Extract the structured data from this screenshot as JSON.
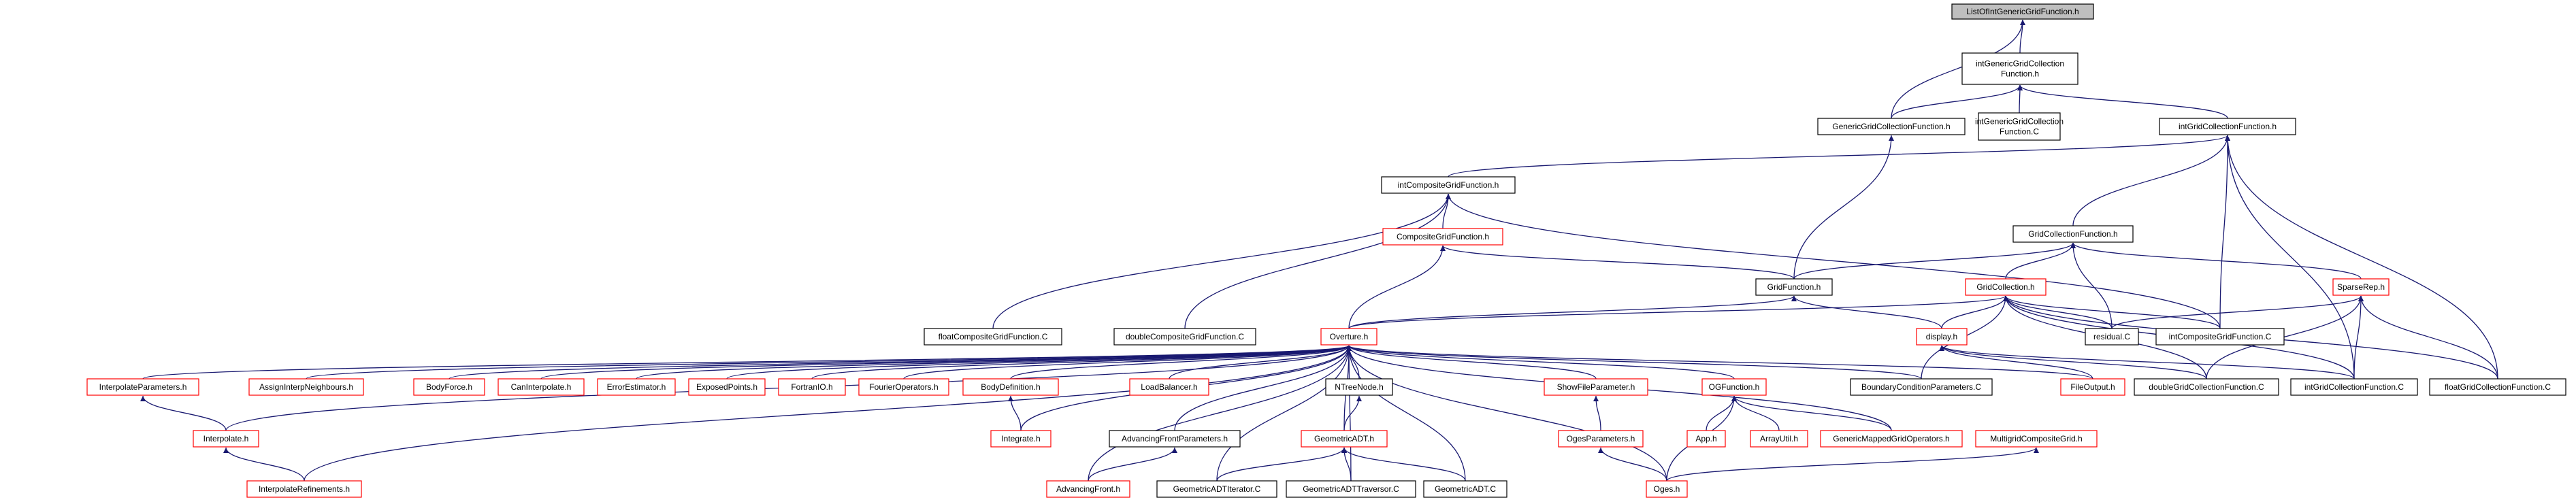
{
  "colors": {
    "background": "#ffffff",
    "edge": "#191970",
    "arrowhead": "#191970",
    "node_border": "#000000",
    "node_border_incomplete": "#ff0000",
    "focus_fill": "#bfbfbf",
    "node_fill": "#ffffff",
    "text": "#000000"
  },
  "graph": {
    "type": "include dependency graph",
    "nodes": [
      {
        "id": "list_ofint",
        "label": "ListOfIntGenericGridFunction.h",
        "status": "focus"
      },
      {
        "id": "intgeneric_h",
        "label": [
          "intGenericGridCollection",
          "Function.h"
        ],
        "status": "complete"
      },
      {
        "id": "genericgcf_h",
        "label": "GenericGridCollectionFunction.h",
        "status": "complete"
      },
      {
        "id": "intgeneric_c",
        "label": [
          "intGenericGridCollection",
          "Function.C"
        ],
        "status": "complete"
      },
      {
        "id": "intgcf_h",
        "label": "intGridCollectionFunction.h",
        "status": "complete"
      },
      {
        "id": "intcompgf_h",
        "label": "intCompositeGridFunction.h",
        "status": "complete"
      },
      {
        "id": "compgf_h",
        "label": "CompositeGridFunction.h",
        "status": "incomplete"
      },
      {
        "id": "gcf_h",
        "label": "GridCollectionFunction.h",
        "status": "complete"
      },
      {
        "id": "gf_h",
        "label": "GridFunction.h",
        "status": "complete"
      },
      {
        "id": "gc_h",
        "label": "GridCollection.h",
        "status": "incomplete"
      },
      {
        "id": "sparserep_h",
        "label": "SparseRep.h",
        "status": "incomplete"
      },
      {
        "id": "floatcomp_c",
        "label": "floatCompositeGridFunction.C",
        "status": "complete"
      },
      {
        "id": "doublecomp_c",
        "label": "doubleCompositeGridFunction.C",
        "status": "complete"
      },
      {
        "id": "overture_h",
        "label": "Overture.h",
        "status": "incomplete"
      },
      {
        "id": "display_h",
        "label": "display.h",
        "status": "incomplete"
      },
      {
        "id": "residual_c",
        "label": "residual.C",
        "status": "complete"
      },
      {
        "id": "intcomp_c",
        "label": "intCompositeGridFunction.C",
        "status": "complete"
      },
      {
        "id": "interpparams_h",
        "label": "InterpolateParameters.h",
        "status": "incomplete"
      },
      {
        "id": "assign_h",
        "label": "AssignInterpNeighbours.h",
        "status": "incomplete"
      },
      {
        "id": "bodyforce_h",
        "label": "BodyForce.h",
        "status": "incomplete"
      },
      {
        "id": "caninterp_h",
        "label": "CanInterpolate.h",
        "status": "incomplete"
      },
      {
        "id": "errest_h",
        "label": "ErrorEstimator.h",
        "status": "incomplete"
      },
      {
        "id": "exposed_h",
        "label": "ExposedPoints.h",
        "status": "incomplete"
      },
      {
        "id": "fortranio_h",
        "label": "FortranIO.h",
        "status": "incomplete"
      },
      {
        "id": "fourier_h",
        "label": "FourierOperators.h",
        "status": "incomplete"
      },
      {
        "id": "bodydef_h",
        "label": "BodyDefinition.h",
        "status": "incomplete"
      },
      {
        "id": "loadbal_h",
        "label": "LoadBalancer.h",
        "status": "incomplete"
      },
      {
        "id": "ntree_h",
        "label": "NTreeNode.h",
        "status": "complete"
      },
      {
        "id": "showfile_h",
        "label": "ShowFileParameter.h",
        "status": "incomplete"
      },
      {
        "id": "ogfunc_h",
        "label": "OGFunction.h",
        "status": "incomplete"
      },
      {
        "id": "bcparams_c",
        "label": "BoundaryConditionParameters.C",
        "status": "complete"
      },
      {
        "id": "fileoutput_h",
        "label": "FileOutput.h",
        "status": "incomplete"
      },
      {
        "id": "doublegcf_c",
        "label": "doubleGridCollectionFunction.C",
        "status": "complete"
      },
      {
        "id": "intgcf_c",
        "label": "intGridCollectionFunction.C",
        "status": "complete"
      },
      {
        "id": "floatgcf_c",
        "label": "floatGridCollectionFunction.C",
        "status": "complete"
      },
      {
        "id": "interp_h",
        "label": "Interpolate.h",
        "status": "incomplete"
      },
      {
        "id": "integrate_h",
        "label": "Integrate.h",
        "status": "incomplete"
      },
      {
        "id": "advfrontparams_h",
        "label": "AdvancingFrontParameters.h",
        "status": "complete"
      },
      {
        "id": "geoadt_h",
        "label": "GeometricADT.h",
        "status": "incomplete"
      },
      {
        "id": "ogesparams_h",
        "label": "OgesParameters.h",
        "status": "incomplete"
      },
      {
        "id": "app_h",
        "label": "App.h",
        "status": "incomplete"
      },
      {
        "id": "arrayutil_h",
        "label": "ArrayUtil.h",
        "status": "incomplete"
      },
      {
        "id": "genmapped_h",
        "label": "GenericMappedGridOperators.h",
        "status": "incomplete"
      },
      {
        "id": "multigrid_h",
        "label": "MultigridCompositeGrid.h",
        "status": "incomplete"
      },
      {
        "id": "interprefine_h",
        "label": "InterpolateRefinements.h",
        "status": "incomplete"
      },
      {
        "id": "advfront_h",
        "label": "AdvancingFront.h",
        "status": "incomplete"
      },
      {
        "id": "geoiter_c",
        "label": "GeometricADTIterator.C",
        "status": "complete"
      },
      {
        "id": "geotrav_c",
        "label": "GeometricADTTraversor.C",
        "status": "complete"
      },
      {
        "id": "geoadt_c",
        "label": "GeometricADT.C",
        "status": "complete"
      },
      {
        "id": "oges_h",
        "label": "Oges.h",
        "status": "incomplete"
      }
    ],
    "edges": [
      [
        "intgeneric_h",
        "list_ofint"
      ],
      [
        "genericgcf_h",
        "list_ofint"
      ],
      [
        "genericgcf_h",
        "intgeneric_h"
      ],
      [
        "intgeneric_c",
        "intgeneric_h"
      ],
      [
        "intgcf_h",
        "intgeneric_h"
      ],
      [
        "intcompgf_h",
        "intgcf_h"
      ],
      [
        "gcf_h",
        "intgcf_h"
      ],
      [
        "intcomp_c",
        "intgcf_h"
      ],
      [
        "intgcf_c",
        "intgcf_h"
      ],
      [
        "floatgcf_c",
        "intgcf_h"
      ],
      [
        "gf_h",
        "genericgcf_h"
      ],
      [
        "compgf_h",
        "intcompgf_h"
      ],
      [
        "floatcomp_c",
        "intcompgf_h"
      ],
      [
        "doublecomp_c",
        "intcompgf_h"
      ],
      [
        "intcomp_c",
        "intcompgf_h"
      ],
      [
        "gf_h",
        "compgf_h"
      ],
      [
        "overture_h",
        "compgf_h"
      ],
      [
        "gf_h",
        "gcf_h"
      ],
      [
        "gc_h",
        "gcf_h"
      ],
      [
        "sparserep_h",
        "gcf_h"
      ],
      [
        "residual_c",
        "gcf_h"
      ],
      [
        "overture_h",
        "gf_h"
      ],
      [
        "display_h",
        "gf_h"
      ],
      [
        "overture_h",
        "gc_h"
      ],
      [
        "display_h",
        "gc_h"
      ],
      [
        "residual_c",
        "gc_h"
      ],
      [
        "intcomp_c",
        "gc_h"
      ],
      [
        "bcparams_c",
        "gc_h"
      ],
      [
        "doublegcf_c",
        "gc_h"
      ],
      [
        "intgcf_c",
        "gc_h"
      ],
      [
        "floatgcf_c",
        "gc_h"
      ],
      [
        "residual_c",
        "sparserep_h"
      ],
      [
        "doublegcf_c",
        "sparserep_h"
      ],
      [
        "intgcf_c",
        "sparserep_h"
      ],
      [
        "floatgcf_c",
        "sparserep_h"
      ],
      [
        "fileoutput_h",
        "display_h"
      ],
      [
        "doublegcf_c",
        "display_h"
      ],
      [
        "intgcf_c",
        "display_h"
      ],
      [
        "interpparams_h",
        "overture_h"
      ],
      [
        "assign_h",
        "overture_h"
      ],
      [
        "bodyforce_h",
        "overture_h"
      ],
      [
        "caninterp_h",
        "overture_h"
      ],
      [
        "errest_h",
        "overture_h"
      ],
      [
        "exposed_h",
        "overture_h"
      ],
      [
        "fortranio_h",
        "overture_h"
      ],
      [
        "fourier_h",
        "overture_h"
      ],
      [
        "bodydef_h",
        "overture_h"
      ],
      [
        "loadbal_h",
        "overture_h"
      ],
      [
        "ntree_h",
        "overture_h"
      ],
      [
        "showfile_h",
        "overture_h"
      ],
      [
        "ogfunc_h",
        "overture_h"
      ],
      [
        "bcparams_c",
        "overture_h"
      ],
      [
        "fileoutput_h",
        "overture_h"
      ],
      [
        "interp_h",
        "overture_h"
      ],
      [
        "integrate_h",
        "overture_h"
      ],
      [
        "advfrontparams_h",
        "overture_h"
      ],
      [
        "geoadt_h",
        "overture_h"
      ],
      [
        "genmapped_h",
        "overture_h"
      ],
      [
        "interprefine_h",
        "overture_h"
      ],
      [
        "advfront_h",
        "overture_h"
      ],
      [
        "geoiter_c",
        "overture_h"
      ],
      [
        "geotrav_c",
        "overture_h"
      ],
      [
        "geoadt_c",
        "overture_h"
      ],
      [
        "oges_h",
        "overture_h"
      ],
      [
        "interp_h",
        "interpparams_h"
      ],
      [
        "interprefine_h",
        "interp_h"
      ],
      [
        "integrate_h",
        "bodydef_h"
      ],
      [
        "geoadt_h",
        "ntree_h"
      ],
      [
        "ogesparams_h",
        "showfile_h"
      ],
      [
        "app_h",
        "ogfunc_h"
      ],
      [
        "arrayutil_h",
        "ogfunc_h"
      ],
      [
        "genmapped_h",
        "ogfunc_h"
      ],
      [
        "oges_h",
        "ogfunc_h"
      ],
      [
        "advfront_h",
        "advfrontparams_h"
      ],
      [
        "geoiter_c",
        "geoadt_h"
      ],
      [
        "geotrav_c",
        "geoadt_h"
      ],
      [
        "geoadt_c",
        "geoadt_h"
      ],
      [
        "oges_h",
        "ogesparams_h"
      ],
      [
        "oges_h",
        "multigrid_h"
      ]
    ]
  }
}
